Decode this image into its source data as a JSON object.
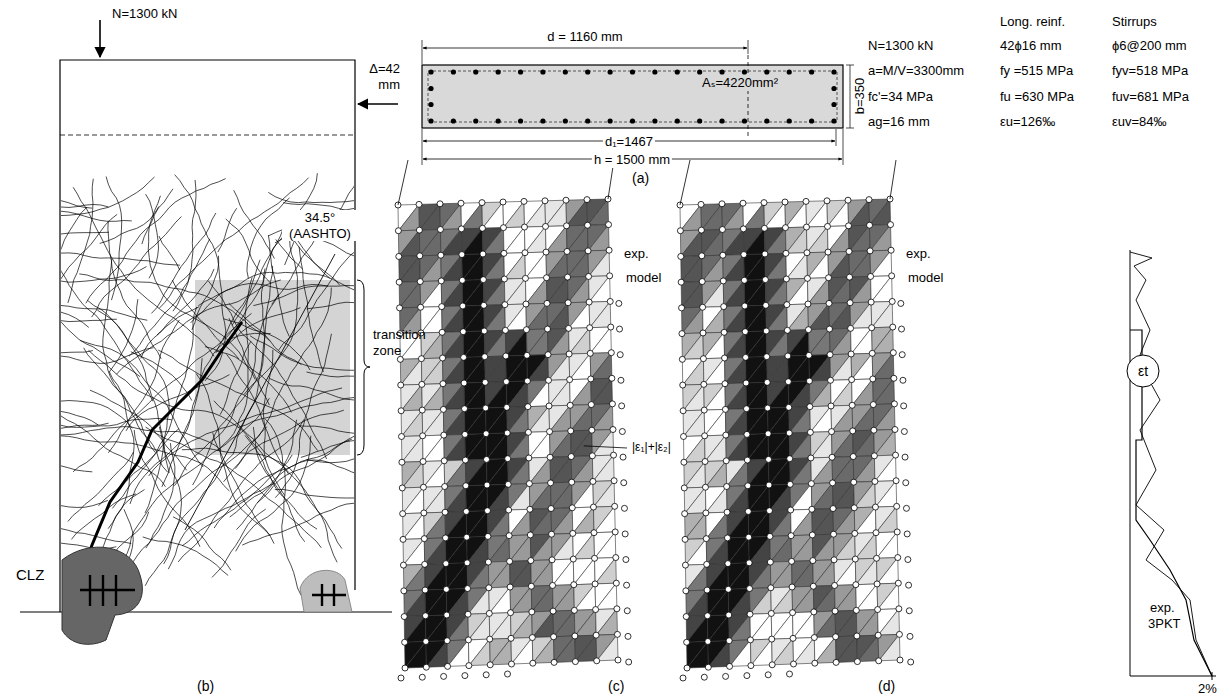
{
  "diagram": {
    "nodes": [
      {
        "text": [
          "εt"
        ]
      }
    ],
    "labels": [
      "N=1300 kN",
      "Δ=42 mm",
      "34.5° (AASHTO)",
      "transition zone",
      "CLZ",
      "(b)",
      "d = 1160 mm",
      "Aₛ=4220mm²",
      "b=350",
      "d₁=1467",
      "h = 1500 mm",
      "(a)",
      "N=1300 kN",
      "a=M/V=3300mm",
      "fc'=34 MPa",
      "ag=16 mm",
      "Long. reinf.",
      "42ϕ16 mm",
      "fy =515 MPa",
      "fu =630 MPa",
      "εu=126‰",
      "Stirrups",
      "ϕ6@200 mm",
      "fyv=518 MPa",
      "fuv=681 MPa",
      "εuv=84‰",
      "exp.",
      "model",
      "|ε₁|+|ε₂|",
      "(c)",
      "exp.",
      "model",
      "(d)",
      "exp.",
      "3PKT",
      "2%"
    ]
  }
}
